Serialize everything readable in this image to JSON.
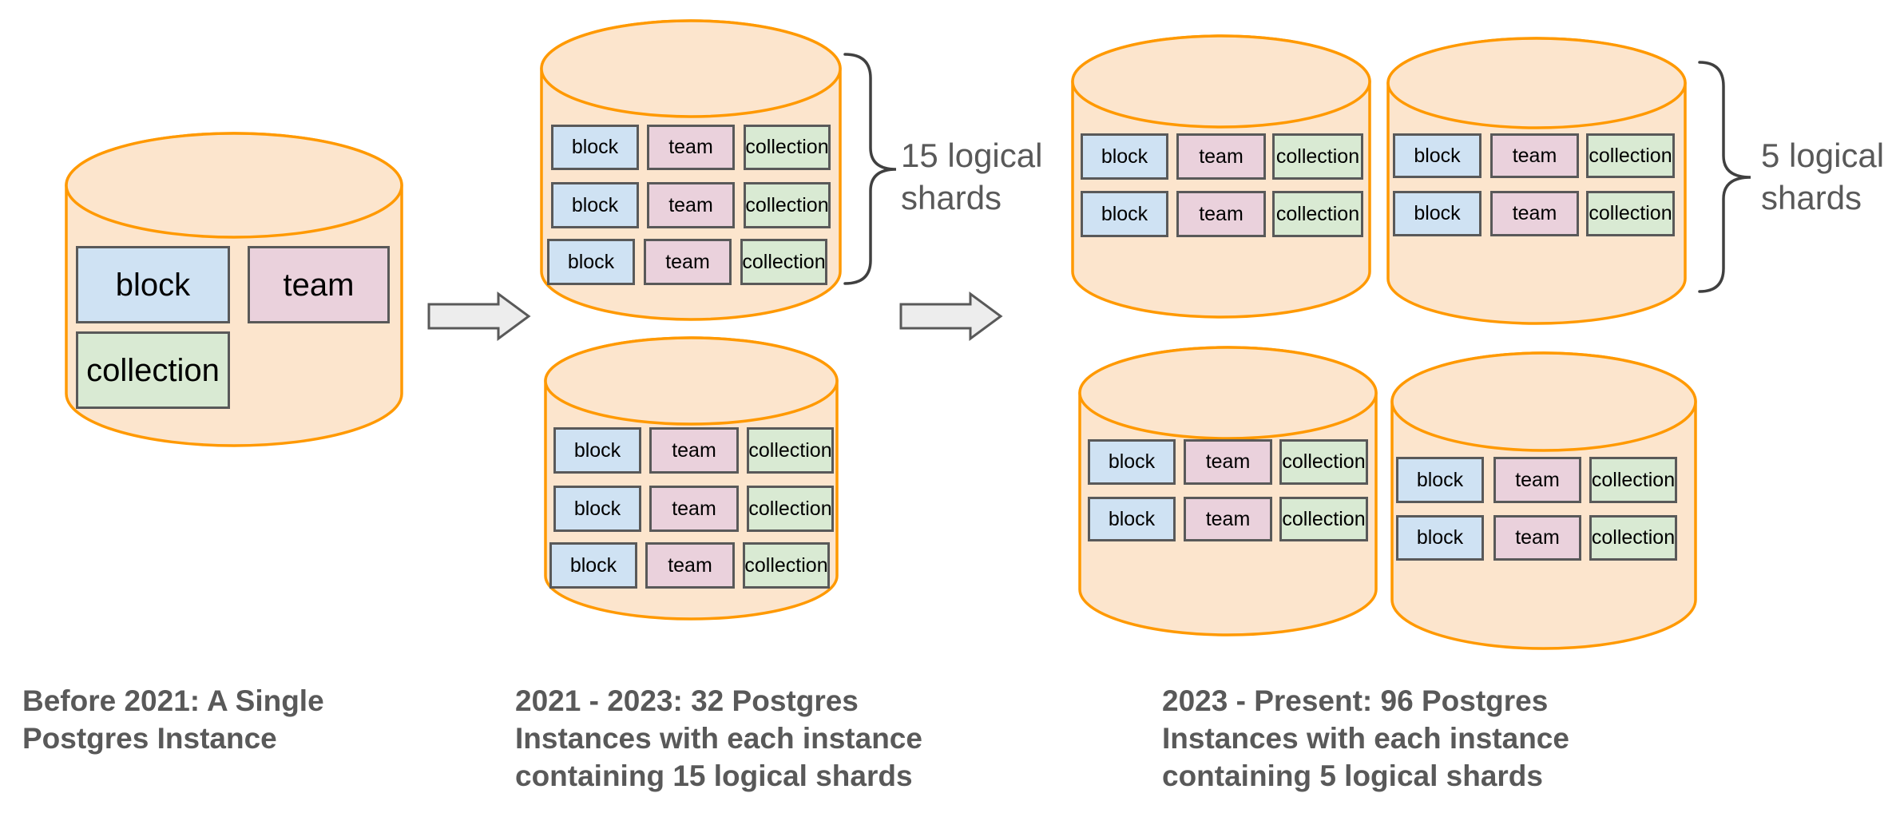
{
  "diagram": {
    "box_labels": [
      "block",
      "team",
      "collection"
    ],
    "stages": [
      {
        "caption_lines": [
          "Before 2021: A Single",
          "Postgres Instance"
        ]
      },
      {
        "caption_lines": [
          "2021 - 2023: 32 Postgres",
          "Instances with each instance",
          "containing 15 logical shards"
        ],
        "annotation_lines": [
          "15 logical",
          "shards"
        ]
      },
      {
        "caption_lines": [
          "2023 - Present: 96 Postgres",
          "Instances with each instance",
          "containing 5 logical shards"
        ],
        "annotation_lines": [
          "5 logical",
          "shards"
        ]
      }
    ],
    "colors": {
      "cylinder_fill": "#fce5cd",
      "cylinder_stroke": "#ff9900",
      "block_fill": "#cfe2f3",
      "team_fill": "#ead1dc",
      "collection_fill": "#d9ead3",
      "box_border": "#595959",
      "caption_color": "#595959",
      "annotation_color": "#595959",
      "arrow_fill": "#ededed",
      "arrow_stroke": "#595959",
      "brace_stroke": "#404040"
    }
  }
}
